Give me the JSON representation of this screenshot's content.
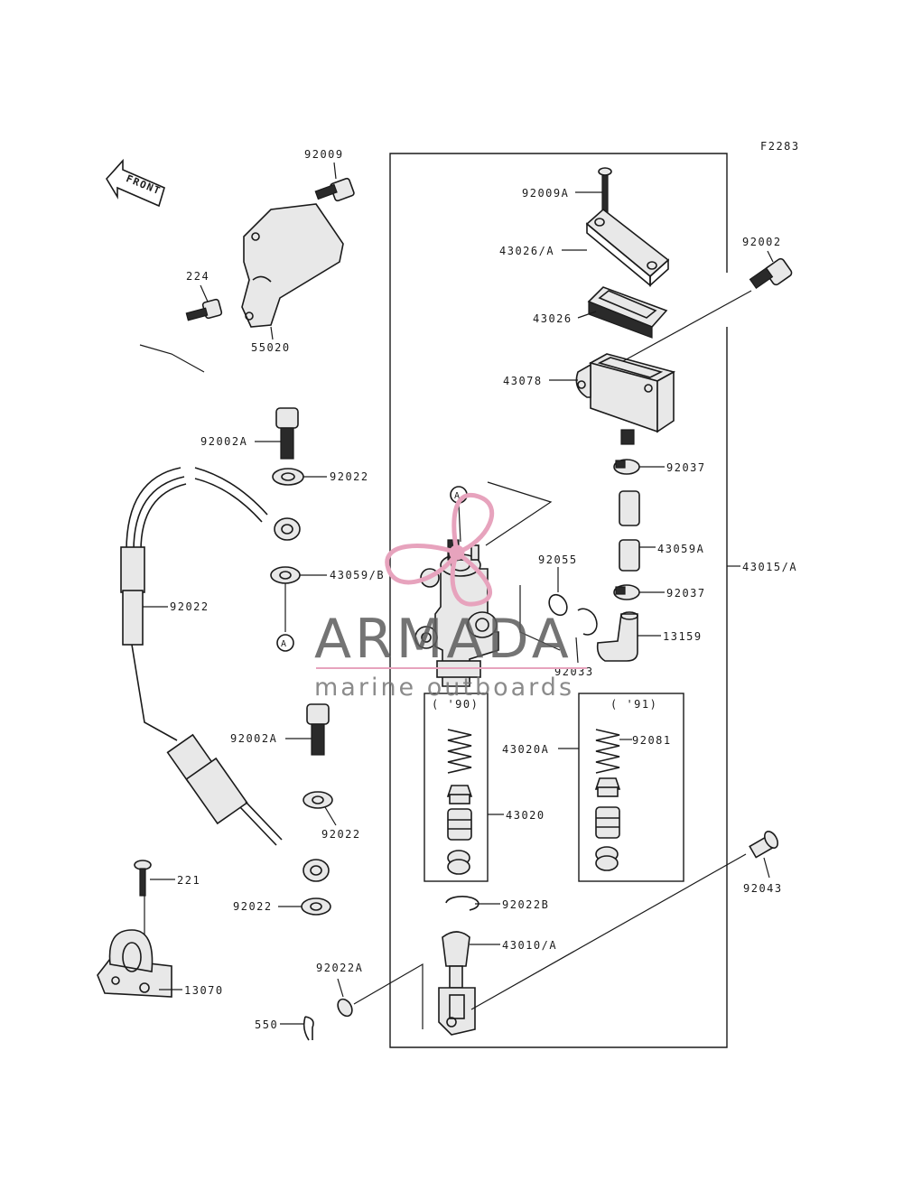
{
  "diagram": {
    "figure_code": "F2283",
    "front_label": "FRONT",
    "callout_a": "A",
    "parts": [
      {
        "id": "p92009",
        "number": "92009"
      },
      {
        "id": "p224",
        "number": "224"
      },
      {
        "id": "p55020",
        "number": "55020"
      },
      {
        "id": "p92009A",
        "number": "92009A"
      },
      {
        "id": "p43026A",
        "number": "43026/A"
      },
      {
        "id": "p43026",
        "number": "43026"
      },
      {
        "id": "p43078",
        "number": "43078"
      },
      {
        "id": "p92002",
        "number": "92002"
      },
      {
        "id": "p92002A_top",
        "number": "92002A"
      },
      {
        "id": "p92022_1",
        "number": "92022"
      },
      {
        "id": "p92022_2",
        "number": "92022"
      },
      {
        "id": "p43059B",
        "number": "43059/B"
      },
      {
        "id": "p92037_1",
        "number": "92037"
      },
      {
        "id": "p43059A",
        "number": "43059A"
      },
      {
        "id": "p43015A",
        "number": "43015/A"
      },
      {
        "id": "p92055",
        "number": "92055"
      },
      {
        "id": "p92037_2",
        "number": "92037"
      },
      {
        "id": "p13159",
        "number": "13159"
      },
      {
        "id": "p92033",
        "number": "92033"
      },
      {
        "id": "p92002A_bot",
        "number": "92002A"
      },
      {
        "id": "p43020",
        "number": "43020"
      },
      {
        "id": "p43020A",
        "number": "43020A"
      },
      {
        "id": "p92081",
        "number": "92081"
      },
      {
        "id": "p92022_3",
        "number": "92022"
      },
      {
        "id": "p221",
        "number": "221"
      },
      {
        "id": "p92022_4",
        "number": "92022"
      },
      {
        "id": "p92022B",
        "number": "92022B"
      },
      {
        "id": "p92043",
        "number": "92043"
      },
      {
        "id": "p13070",
        "number": "13070"
      },
      {
        "id": "p43010A",
        "number": "43010/A"
      },
      {
        "id": "p92022A",
        "number": "92022A"
      },
      {
        "id": "p550",
        "number": "550"
      }
    ],
    "year_boxes": [
      {
        "id": "y90",
        "label": "( '90)"
      },
      {
        "id": "y91",
        "label": "( '91)"
      }
    ]
  },
  "watermark": {
    "brand": "ARMADA",
    "tagline": "marine outboards",
    "colors": {
      "propeller": "#e7a3bd",
      "text": "#5c5c5c",
      "rule": "#e7a3bd"
    }
  }
}
